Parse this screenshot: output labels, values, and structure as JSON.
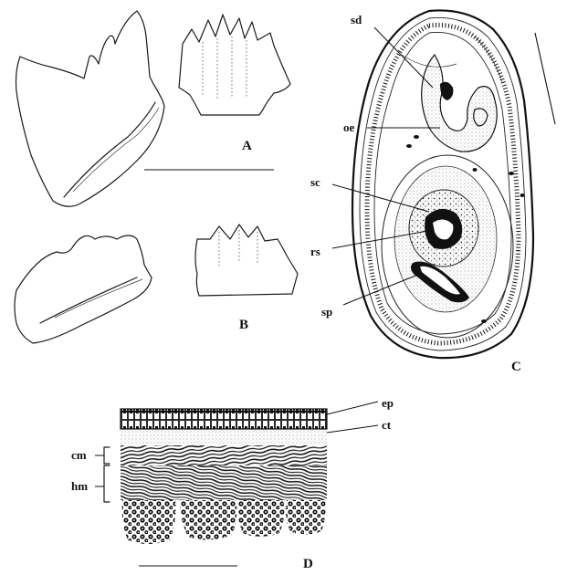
{
  "panels": {
    "a": "A",
    "b": "B",
    "c": "C",
    "d": "D"
  },
  "labels_c": {
    "sd": "sd",
    "oe": "oe",
    "sc": "sc",
    "rs": "rs",
    "sp": "sp"
  },
  "labels_d": {
    "ep": "ep",
    "ct": "ct",
    "cm": "cm",
    "hm": "hm"
  }
}
